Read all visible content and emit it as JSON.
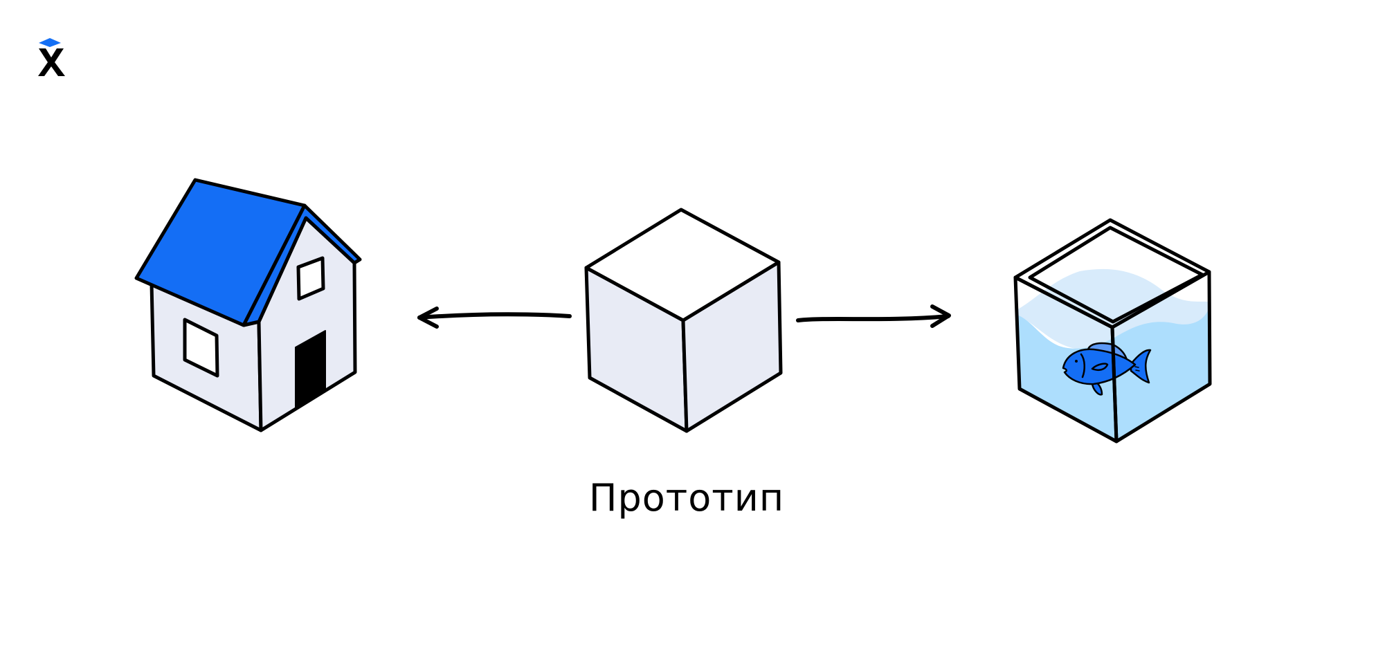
{
  "logo": {
    "name": "logo",
    "accent_color": "#1570f5"
  },
  "diagram": {
    "caption": "Прототип",
    "colors": {
      "stroke": "#000000",
      "accent": "#146ef5",
      "wall": "#e8ebf5",
      "window": "#ffffff",
      "water_surface": "#d8ebfb",
      "water_deep": "#addefd",
      "fish": "#146ef5"
    },
    "items": [
      {
        "name": "house",
        "role": "result-left"
      },
      {
        "name": "cube",
        "role": "prototype"
      },
      {
        "name": "aquarium",
        "role": "result-right"
      }
    ],
    "arrows": [
      {
        "name": "arrow-to-house",
        "direction": "left"
      },
      {
        "name": "arrow-to-aquarium",
        "direction": "right"
      }
    ]
  }
}
